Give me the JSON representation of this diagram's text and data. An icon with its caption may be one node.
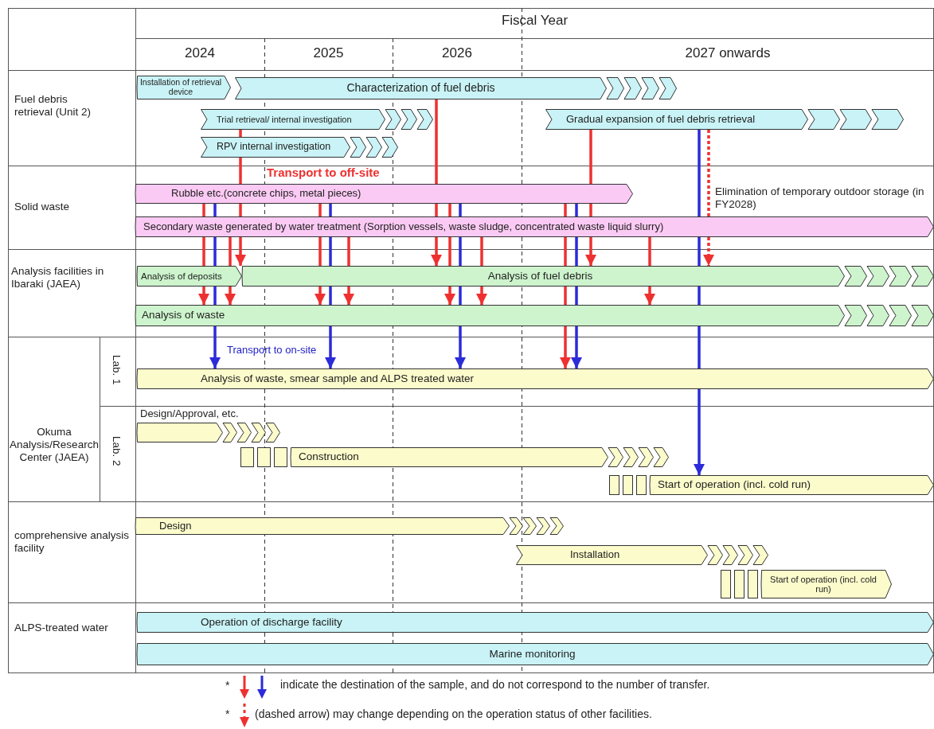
{
  "diagram": {
    "nodes": [
      {
        "text": [
          "Installation of retrieval device"
        ]
      },
      {
        "text": [
          "Characterization of fuel debris"
        ]
      },
      {
        "text": [
          "Trial retrieval/ internal investigation"
        ]
      },
      {
        "text": [
          "RPV internal investigation"
        ]
      },
      {
        "text": [
          "Gradual expansion of fuel debris retrieval"
        ]
      },
      {
        "text": [
          "Rubble etc.(concrete chips, metal pieces)"
        ]
      },
      {
        "text": [
          "Secondary waste generated by water treatment (Sorption vessels, waste sludge, concentrated waste liquid slurry)"
        ]
      },
      {
        "text": [
          "Analysis of deposits"
        ]
      },
      {
        "text": [
          "Analysis of fuel debris"
        ]
      },
      {
        "text": [
          "Analysis of waste"
        ]
      },
      {
        "text": [
          "Analysis of waste, smear sample and ALPS treated water"
        ]
      },
      {
        "text": [
          "Design/Approval, etc."
        ]
      },
      {
        "text": [
          "Construction"
        ]
      },
      {
        "text": [
          "Start of operation (incl. cold run)"
        ]
      },
      {
        "text": [
          "Design"
        ]
      },
      {
        "text": [
          "Installation"
        ]
      },
      {
        "text": [
          "Start of operation (incl. cold run)"
        ]
      },
      {
        "text": [
          "Operation of discharge facility"
        ]
      },
      {
        "text": [
          "Marine monitoring"
        ]
      }
    ],
    "edges": [
      {
        "from": 5,
        "to": 6,
        "arrow": "none"
      },
      {
        "from": 6,
        "to": 7,
        "arrow": "none"
      },
      {
        "from": 7,
        "to": 9,
        "arrow": "to"
      },
      {
        "from": 5,
        "to": 6,
        "arrow": "none",
        "color": "#2b2bd9"
      },
      {
        "from": 6,
        "to": 7,
        "arrow": "none",
        "color": "#2b2bd9"
      },
      {
        "from": 7,
        "to": 9,
        "arrow": "none",
        "color": "#2b2bd9"
      },
      {
        "from": 9,
        "to": 10,
        "arrow": "to",
        "color": "#2b2bd9"
      },
      {
        "from": 6,
        "to": 7,
        "arrow": "none"
      },
      {
        "from": 7,
        "to": 9,
        "arrow": "to"
      },
      {
        "from": 2,
        "to": 3,
        "arrow": "none"
      },
      {
        "from": 3,
        "to": 5,
        "arrow": "none"
      },
      {
        "from": 5,
        "to": 6,
        "arrow": "none"
      },
      {
        "from": 6,
        "to": 7,
        "arrow": "to"
      },
      {
        "from": 5,
        "to": 6,
        "arrow": "none"
      },
      {
        "from": 6,
        "to": 8,
        "arrow": "none"
      },
      {
        "from": 8,
        "to": 9,
        "arrow": "to"
      },
      {
        "from": 5,
        "to": 6,
        "arrow": "none",
        "color": "#2b2bd9"
      },
      {
        "from": 6,
        "to": 8,
        "arrow": "none",
        "color": "#2b2bd9"
      },
      {
        "from": 8,
        "to": 9,
        "arrow": "none",
        "color": "#2b2bd9"
      },
      {
        "from": 9,
        "to": 10,
        "arrow": "to",
        "color": "#2b2bd9"
      },
      {
        "from": 6,
        "to": 8,
        "arrow": "none"
      },
      {
        "from": 8,
        "to": 9,
        "arrow": "to"
      },
      {
        "from": 1,
        "to": 5,
        "arrow": "none"
      },
      {
        "from": 5,
        "to": 6,
        "arrow": "none"
      },
      {
        "from": 6,
        "to": 8,
        "arrow": "to"
      },
      {
        "from": 5,
        "to": 6,
        "arrow": "none"
      },
      {
        "from": 6,
        "to": 8,
        "arrow": "none"
      },
      {
        "from": 8,
        "to": 9,
        "arrow": "to"
      },
      {
        "from": 5,
        "to": 6,
        "arrow": "none",
        "color": "#2b2bd9"
      },
      {
        "from": 6,
        "to": 8,
        "arrow": "none",
        "color": "#2b2bd9"
      },
      {
        "from": 8,
        "to": 9,
        "arrow": "none",
        "color": "#2b2bd9"
      },
      {
        "from": 9,
        "to": 10,
        "arrow": "to",
        "color": "#2b2bd9"
      },
      {
        "from": 6,
        "to": 8,
        "arrow": "none"
      },
      {
        "from": 8,
        "to": 9,
        "arrow": "to"
      },
      {
        "from": 5,
        "to": 6,
        "arrow": "none"
      },
      {
        "from": 6,
        "to": 8,
        "arrow": "none"
      },
      {
        "from": 8,
        "to": 9,
        "arrow": "none"
      },
      {
        "from": 9,
        "to": 10,
        "arrow": "to"
      },
      {
        "from": 5,
        "to": 6,
        "arrow": "none",
        "color": "#2b2bd9"
      },
      {
        "from": 6,
        "to": 8,
        "arrow": "none",
        "color": "#2b2bd9"
      },
      {
        "from": 8,
        "to": 9,
        "arrow": "none",
        "color": "#2b2bd9"
      },
      {
        "from": 9,
        "to": 10,
        "arrow": "to",
        "color": "#2b2bd9"
      },
      {
        "from": 4,
        "to": 5,
        "arrow": "none"
      },
      {
        "from": 5,
        "to": 6,
        "arrow": "none"
      },
      {
        "from": 6,
        "to": 8,
        "arrow": "to"
      },
      {
        "from": 6,
        "to": 8,
        "arrow": "none"
      },
      {
        "from": 8,
        "to": 9,
        "arrow": "to"
      },
      {
        "from": 4,
        "to": 6,
        "arrow": "none",
        "color": "#2b2bd9"
      },
      {
        "from": 6,
        "to": 8,
        "arrow": "none",
        "color": "#2b2bd9"
      },
      {
        "from": 8,
        "to": 9,
        "arrow": "none",
        "color": "#2b2bd9"
      },
      {
        "from": 9,
        "to": 10,
        "arrow": "none",
        "color": "#2b2bd9"
      },
      {
        "from": 10,
        "to": 13,
        "arrow": "to",
        "color": "#2b2bd9"
      },
      {
        "from": 4,
        "to": 6,
        "arrow": "none",
        "style": "dashed"
      },
      {
        "from": 6,
        "to": 8,
        "arrow": "to",
        "style": "dashed"
      }
    ],
    "labels": [
      "Fiscal Year",
      "2024",
      "2025",
      "2026",
      "2027 onwards",
      "Fuel debris retrieval (Unit 2)",
      "Transport to off-site",
      "Elimination of temporary outdoor storage (in FY2028)",
      "Solid waste",
      "Analysis facilities in Ibaraki (JAEA)",
      "Transport to on-site",
      "Okuma Analysis/Research Center (JAEA)",
      "Lab. 1",
      "Lab. 2",
      "comprehensive analysis facility",
      "ALPS-treated water",
      "*",
      "*"
    ],
    "legend": [
      {
        "text": "indicate the destination of the sample, and do not correspond to the number of transfer."
      },
      {
        "text": "(dashed arrow) may change depending on the operation status of other facilities."
      }
    ]
  }
}
